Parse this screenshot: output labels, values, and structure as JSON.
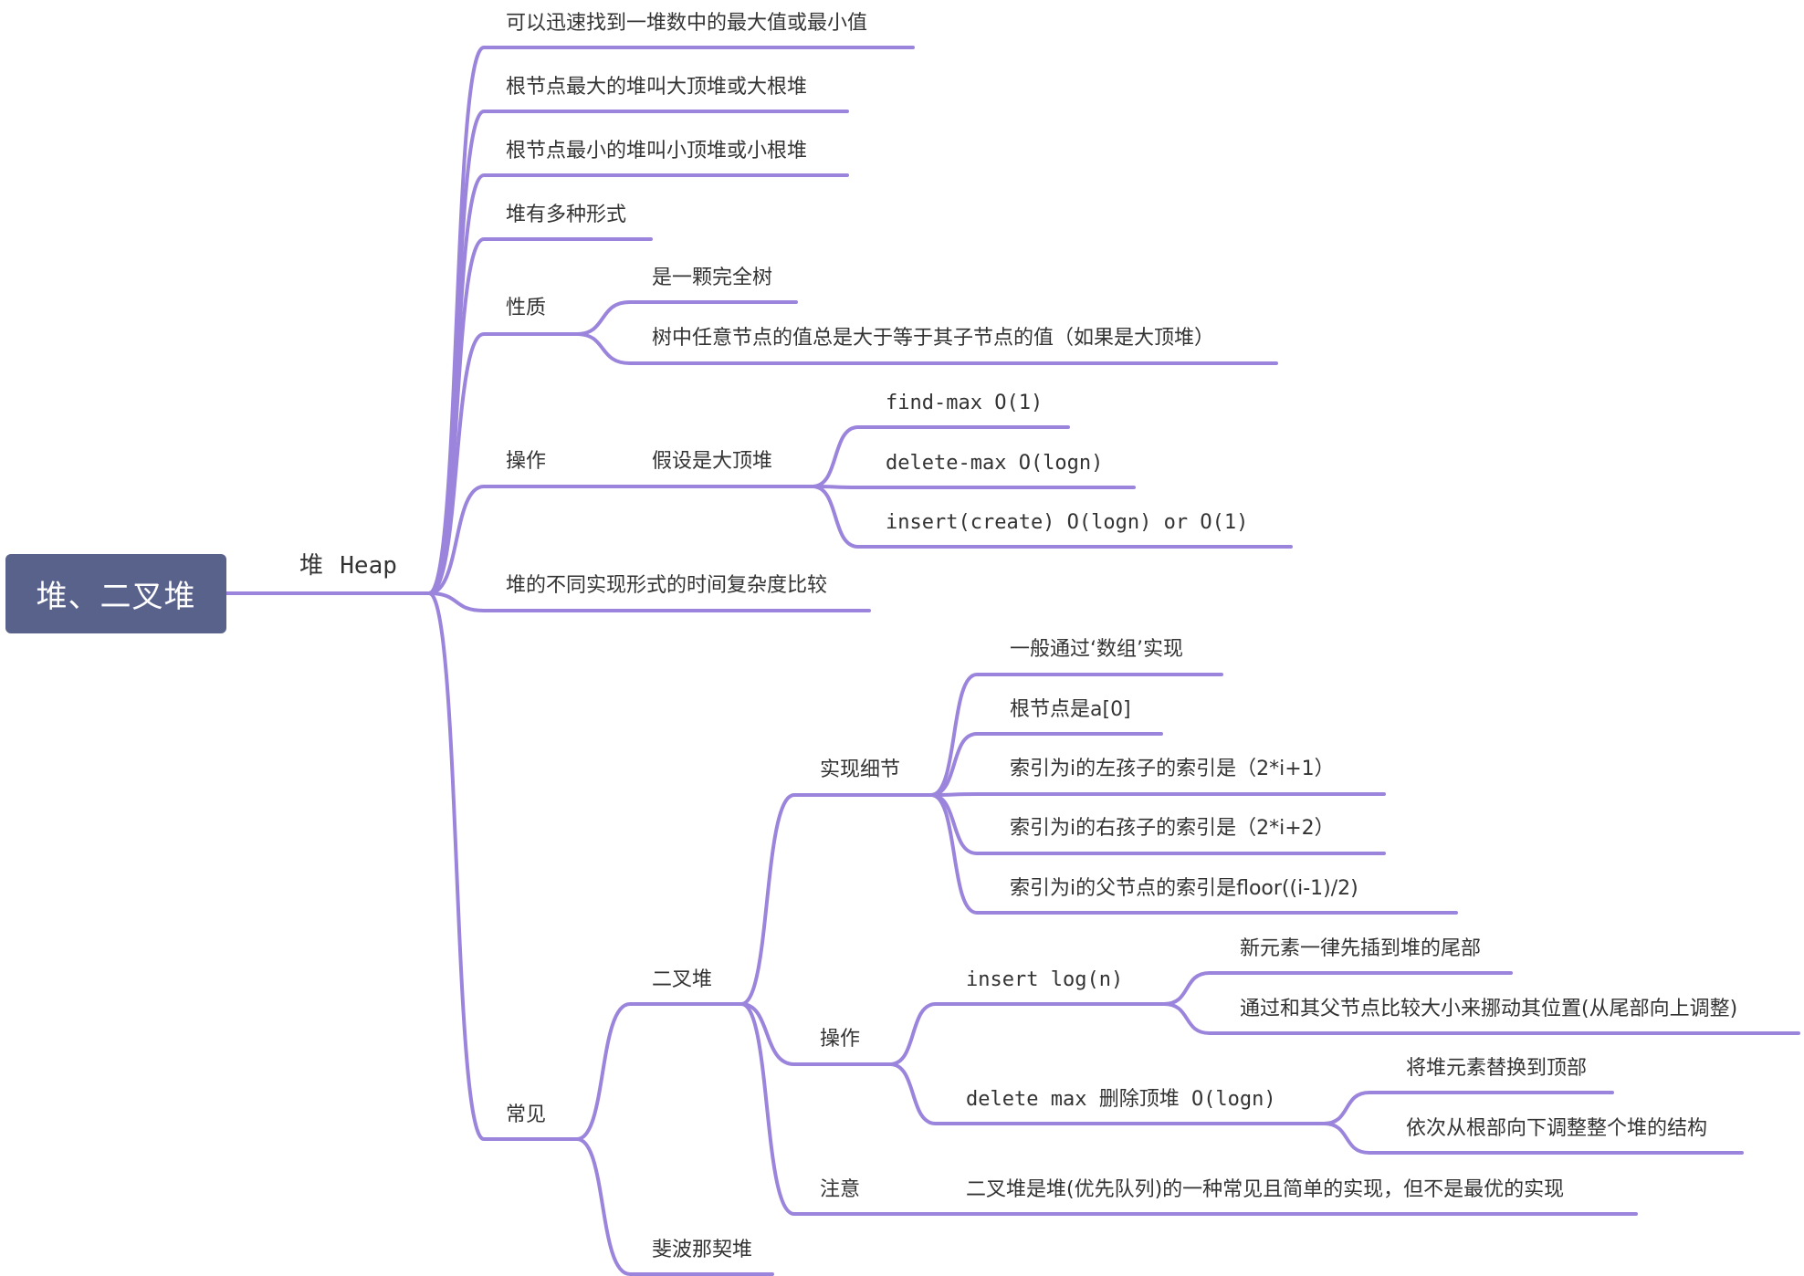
{
  "root": {
    "label": "堆、二叉堆"
  },
  "heap": {
    "label": "堆",
    "label_en": "Heap",
    "children": {
      "fast_find": "可以迅速找到一堆数中的最大值或最小值",
      "max_heap": "根节点最大的堆叫大顶堆或大根堆",
      "min_heap": "根节点最小的堆叫小顶堆或小根堆",
      "forms": "堆有多种形式",
      "properties": {
        "label": "性质",
        "items": [
          "是一颗完全树",
          "树中任意节点的值总是大于等于其子节点的值（如果是大顶堆）"
        ]
      },
      "operations": {
        "label": "操作",
        "assume": "假设是大顶堆",
        "items": [
          "find-max O(1)",
          "delete-max O(logn)",
          "insert(create) O(logn) or O(1)"
        ]
      },
      "compare": "堆的不同实现形式的时间复杂度比较",
      "common": {
        "label": "常见",
        "binary_heap": {
          "label": "二叉堆",
          "impl": {
            "label": "实现细节",
            "items": [
              "一般通过‘数组’实现",
              "根节点是a[0]",
              "索引为i的左孩子的索引是（2*i+1）",
              "索引为i的右孩子的索引是（2*i+2）",
              "索引为i的父节点的索引是floor((i-1)/2)"
            ]
          },
          "ops": {
            "label": "操作",
            "insert": {
              "label": "insert log(n)",
              "items": [
                "新元素一律先插到堆的尾部",
                "通过和其父节点比较大小来挪动其位置(从尾部向上调整)"
              ]
            },
            "delete": {
              "label": "delete max 删除顶堆 O(logn)",
              "items": [
                "将堆元素替换到顶部",
                "依次从根部向下调整整个堆的结构"
              ]
            }
          },
          "note": {
            "label": "注意",
            "text": "二叉堆是堆(优先队列)的一种常见且简单的实现，但不是最优的实现"
          }
        },
        "fibonacci": "斐波那契堆"
      }
    }
  },
  "colors": {
    "edge": "#9b84dc",
    "root_bg": "#59628a",
    "text": "#333333"
  }
}
